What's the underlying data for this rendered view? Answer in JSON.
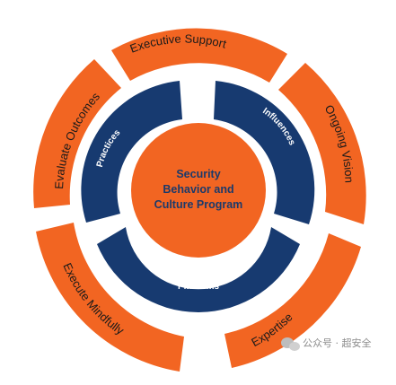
{
  "diagram": {
    "center": {
      "lines": [
        "Security",
        "Behavior and",
        "Culture Program"
      ]
    },
    "outer_ring": {
      "color": "#f26522",
      "segments": [
        {
          "label": "Executive Support"
        },
        {
          "label": "Ongoing Vision"
        },
        {
          "label": "Expertise"
        },
        {
          "label": "Execute Mindfully"
        },
        {
          "label": "Evaluate Outcomes"
        }
      ]
    },
    "inner_ring": {
      "color": "#173a70",
      "segments": [
        {
          "label": "Practices"
        },
        {
          "label": "Influences"
        },
        {
          "label": "Platforms"
        }
      ]
    }
  },
  "watermark": {
    "text": "公众号 · 超安全",
    "icon": "wechat-icon"
  }
}
